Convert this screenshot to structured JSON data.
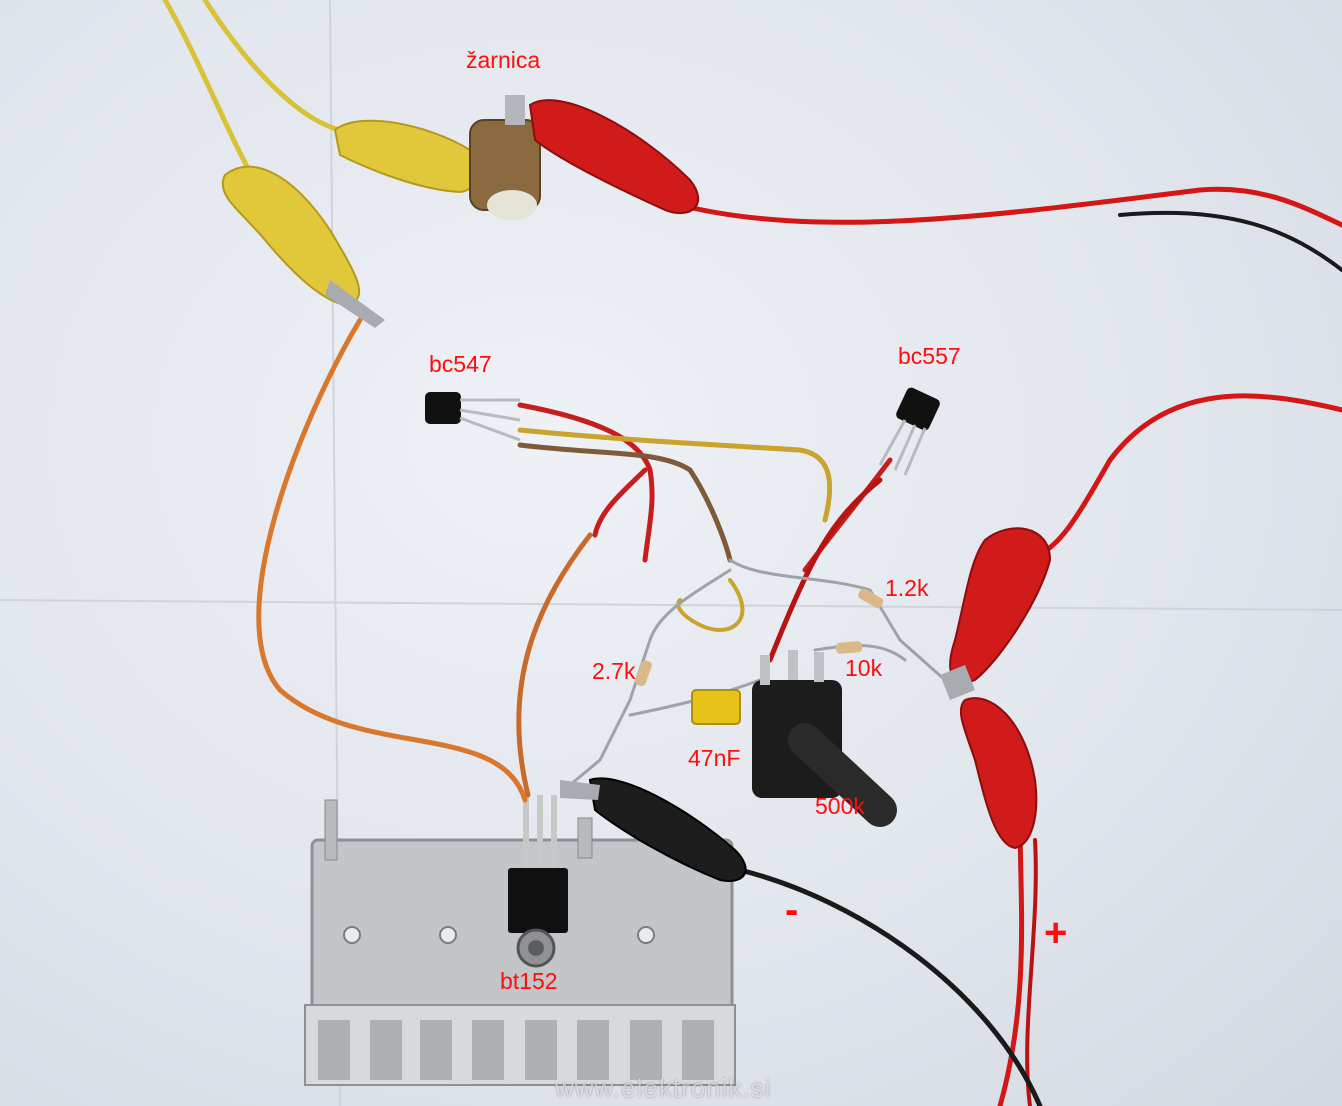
{
  "labels": {
    "lamp": "žarnica",
    "transistor_npn": "bc547",
    "transistor_pnp": "bc557",
    "resistor_1": "1.2k",
    "resistor_2": "2.7k",
    "resistor_3": "10k",
    "capacitor": "47nF",
    "potentiometer": "500k",
    "thyristor": "bt152",
    "minus": "-",
    "plus": "+"
  },
  "watermark": "www.elektronik.si",
  "colors": {
    "label_red": "#ff0d0d",
    "wire_red": "#d31616",
    "wire_yellow": "#d8c23a",
    "wire_orange": "#d9772c",
    "wire_black": "#1a1a1a",
    "heatsink": "#c6c9cc"
  }
}
